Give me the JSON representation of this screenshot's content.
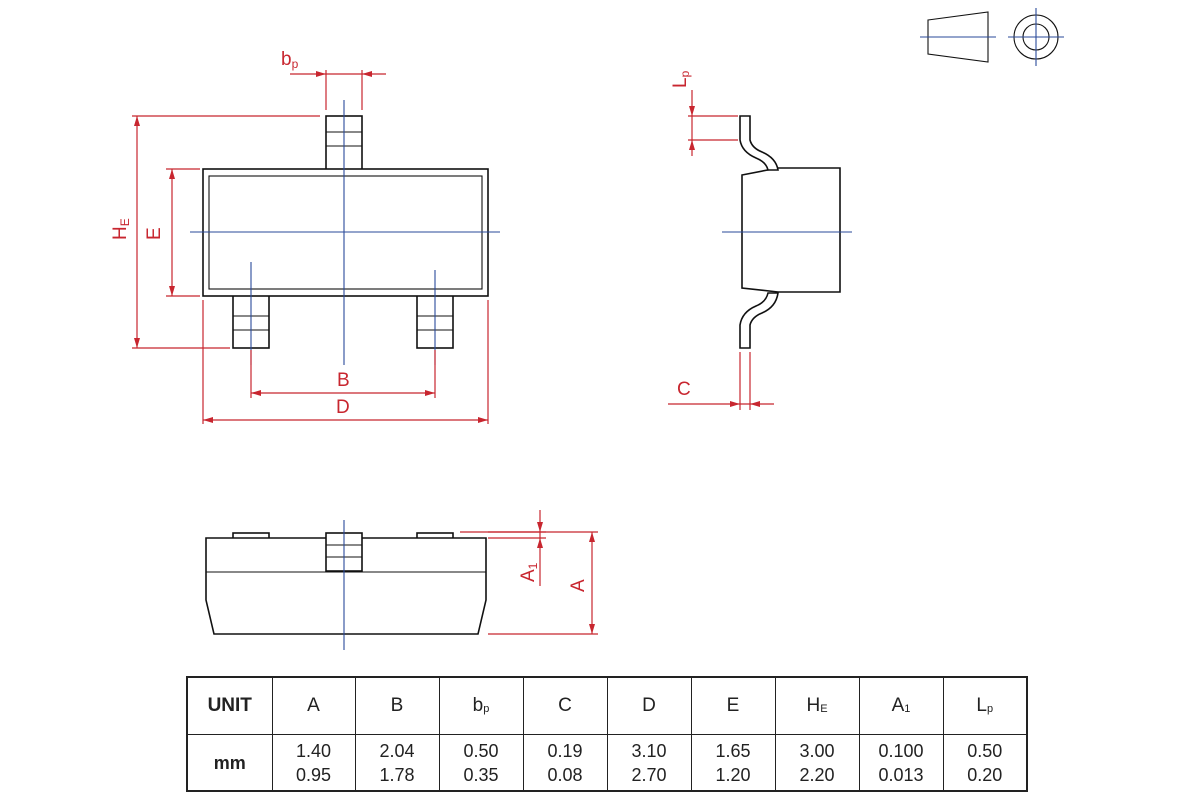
{
  "drawing": {
    "top_view_labels": {
      "bp": {
        "main": "b",
        "sub": "p"
      },
      "HE": {
        "main": "H",
        "sub": "E"
      },
      "E": "E",
      "B": "B",
      "D": "D"
    },
    "side_view_labels": {
      "Lp": {
        "main": "L",
        "sub": "p"
      },
      "C": "C"
    },
    "front_view_labels": {
      "A1": {
        "main": "A",
        "sub": "1"
      },
      "A": "A"
    }
  },
  "table": {
    "columns": [
      "A",
      "B",
      "bp",
      "C",
      "D",
      "E",
      "HE",
      "A1",
      "Lp"
    ],
    "headers": [
      {
        "key": "unit",
        "main": "UNIT",
        "sub": ""
      },
      {
        "key": "A",
        "main": "A",
        "sub": ""
      },
      {
        "key": "B",
        "main": "B",
        "sub": ""
      },
      {
        "key": "bp",
        "main": "b",
        "sub": "p"
      },
      {
        "key": "C",
        "main": "C",
        "sub": ""
      },
      {
        "key": "D",
        "main": "D",
        "sub": ""
      },
      {
        "key": "E",
        "main": "E",
        "sub": ""
      },
      {
        "key": "HE",
        "main": "H",
        "sub": "E"
      },
      {
        "key": "A1",
        "main": "A",
        "sub": "1"
      },
      {
        "key": "Lp",
        "main": "L",
        "sub": "p"
      }
    ],
    "row_unit": "mm",
    "max": [
      "1.40",
      "2.04",
      "0.50",
      "0.19",
      "3.10",
      "1.65",
      "3.00",
      "0.100",
      "0.50"
    ],
    "min": [
      "0.95",
      "1.78",
      "0.35",
      "0.08",
      "2.70",
      "1.20",
      "2.20",
      "0.013",
      "0.20"
    ]
  }
}
